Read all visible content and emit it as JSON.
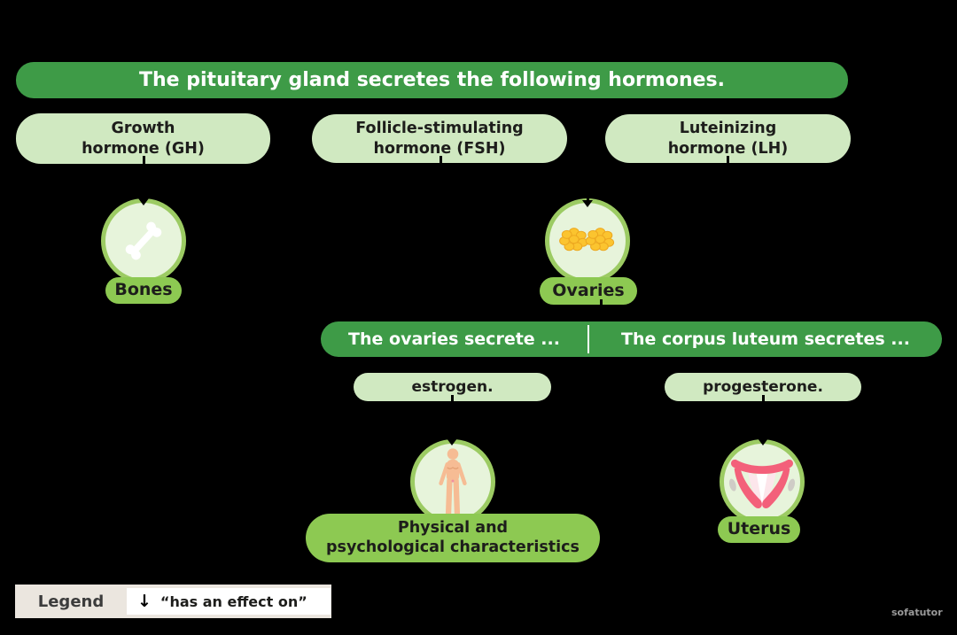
{
  "title_banner": "The pituitary gland secretes the following hormones.",
  "hormone_pills": [
    {
      "label": "Growth\nhormone (GH)"
    },
    {
      "label": "Follicle-stimulating\nhormone (FSH)"
    },
    {
      "label": "Luteinizing\nhormone (LH)"
    }
  ],
  "organs": {
    "bones": {
      "label": "Bones"
    },
    "ovaries": {
      "label": "Ovaries"
    }
  },
  "secretion_banner": {
    "left": "The ovaries secrete ...",
    "right": "The corpus luteum secretes ..."
  },
  "secretions": [
    {
      "label": "estrogen."
    },
    {
      "label": "progesterone."
    }
  ],
  "effects": {
    "physical": {
      "label": "Physical and\npsychological characteristics"
    },
    "uterus": {
      "label": "Uterus"
    }
  },
  "legend": {
    "title": "Legend",
    "arrow_symbol": "↓",
    "meaning": "“has an effect on”"
  },
  "watermark": "sofatutor",
  "colors": {
    "background": "#000000",
    "banner_green": "#3e9b47",
    "light_pill_green": "#d0e9c1",
    "medium_pill_green": "#8dc952",
    "circle_ring_green": "#9ccb63",
    "circle_fill_green": "#e7f4db",
    "text_dark": "#1d1d1b",
    "legend_beige": "#ebe6df",
    "bone_white": "#ffffff",
    "ovary_yellow": "#fbc42f",
    "skin_tone": "#f6bc94",
    "uterus_pink": "#f3607a",
    "arrow_black": "#000000"
  }
}
